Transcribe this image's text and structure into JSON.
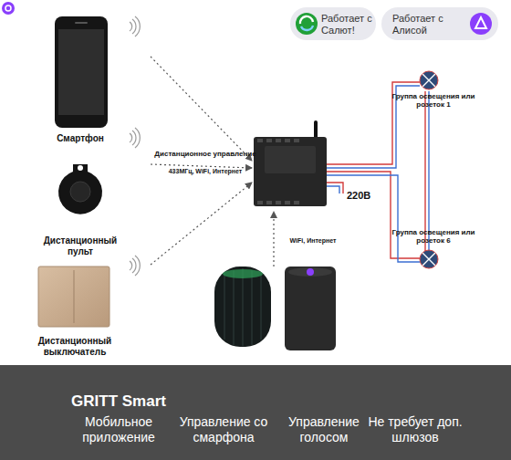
{
  "diagram": {
    "nodes": [
      {
        "text": [
          "Работает с Салют!"
        ]
      },
      {
        "text": [
          "Работает с Алисой"
        ]
      },
      {
        "text": [
          "GRITT Smart",
          "Мобильное приложение",
          "Управление со смарфона",
          "Управление голосом",
          "Не требует доп. шлюзов"
        ]
      }
    ],
    "labels": [
      "Смартфон",
      "Дистанционный пульт",
      "Дистанционный выключатель",
      "Дистанционное управление",
      "433МГц, WiFi, Интернет",
      "WiFi, Интернет",
      "220В",
      "Группа освещения или розеток 1",
      "Группа освещения или розеток 6"
    ]
  }
}
